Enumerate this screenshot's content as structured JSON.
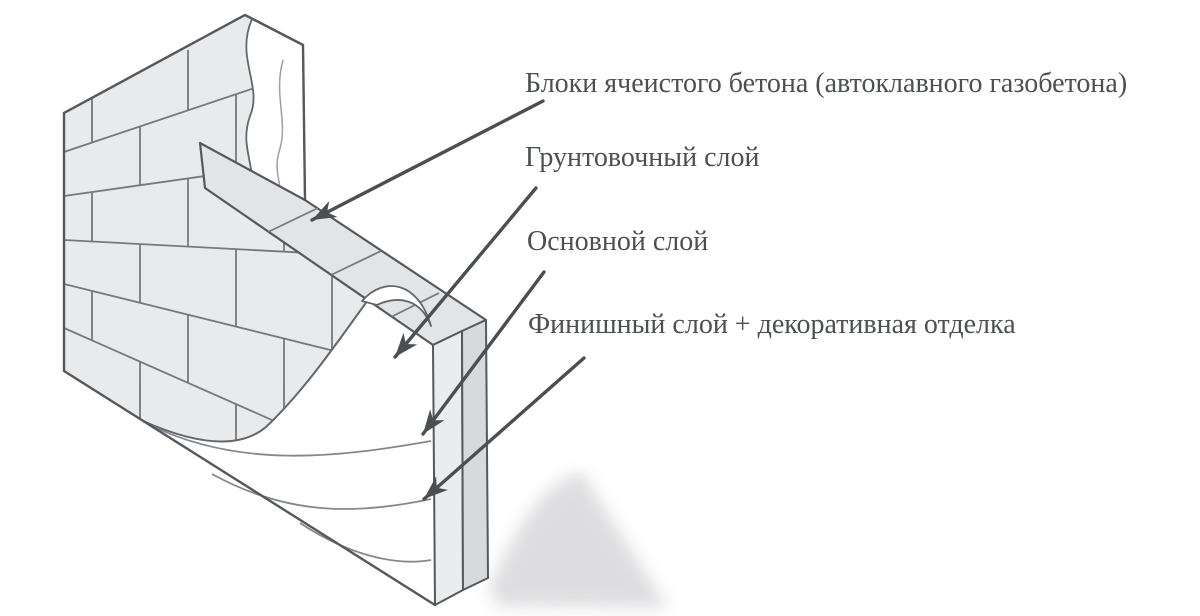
{
  "diagram": {
    "labels": [
      {
        "id": "blocks",
        "text": "Блоки ячеистого бетона (автоклавного газобетона)"
      },
      {
        "id": "primer",
        "text": "Грунтовочный слой"
      },
      {
        "id": "base",
        "text": "Основной слой"
      },
      {
        "id": "finish",
        "text": "Финишный слой + декоративная отделка"
      }
    ],
    "colors": {
      "background": "#ffffff",
      "outline": "#55585d",
      "brick_joint": "#75787e",
      "text": "#4c4f54",
      "arrow": "#4b4e53",
      "wall_face": "#e9eaec",
      "wall_top": "#e6e7e9",
      "top_band": "#e3e4e7",
      "end_cap_light": "#ebeced",
      "end_cap_dark": "#d8d9dc",
      "plaster": "#ffffff",
      "plaster_line": "#63666b",
      "layer_line": "#84888d",
      "shadow": "#c7c8cb"
    }
  }
}
